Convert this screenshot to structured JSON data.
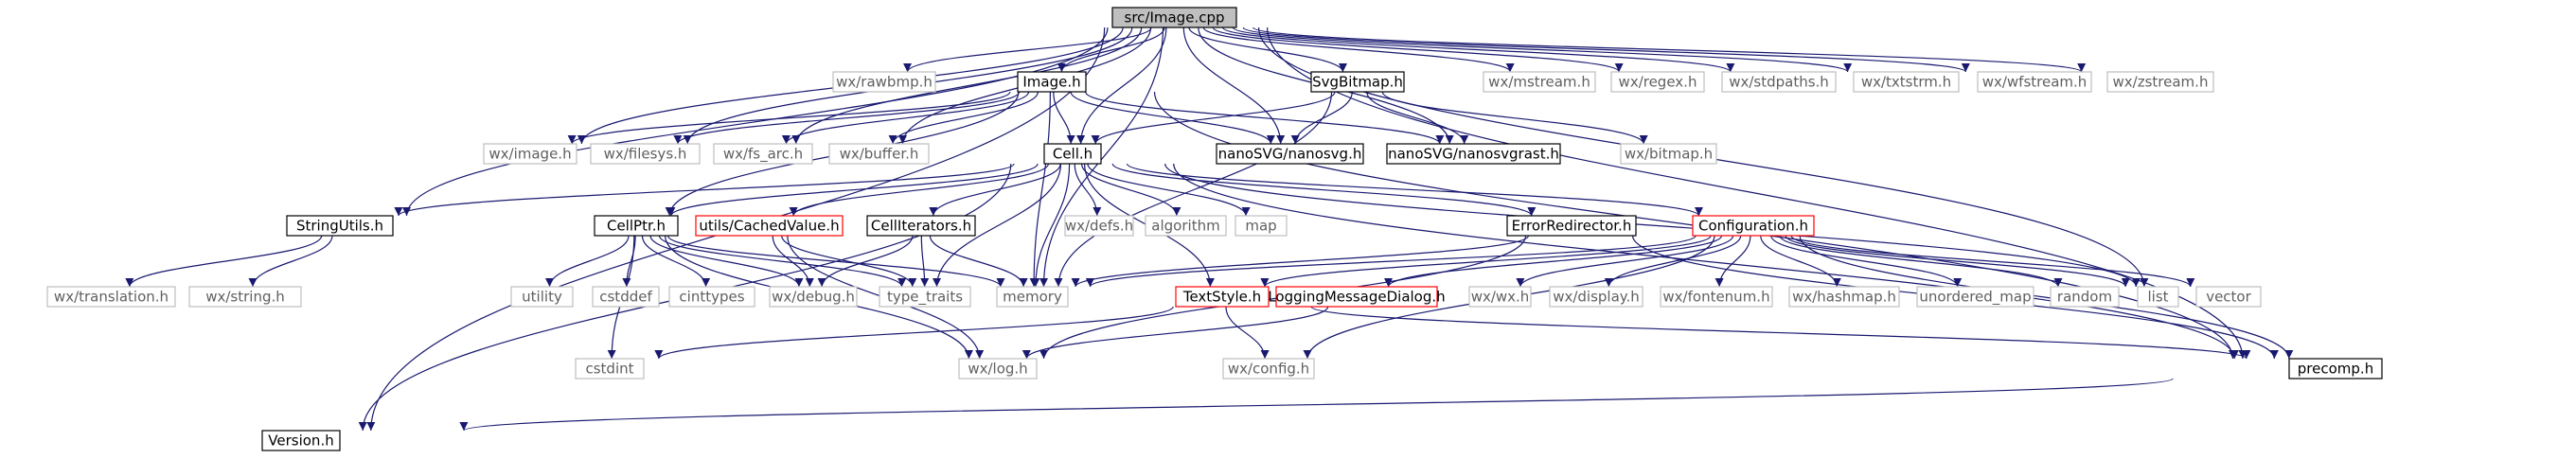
{
  "graph": {
    "title": "src/Image.cpp",
    "colors": {
      "edge": "#191970",
      "gray_edge": "#a9a9a9",
      "header_border": "#000000",
      "header_fill": "#bfbfbf",
      "local_border": "#000000",
      "system_border": "#bfbfbf",
      "system_text": "#606060",
      "missing_border": "#ff0000",
      "text": "#000000"
    },
    "nodes": [
      {
        "id": "image_cpp",
        "label": "src/Image.cpp",
        "kind": "root"
      },
      {
        "id": "rawbmp",
        "label": "wx/rawbmp.h",
        "kind": "system"
      },
      {
        "id": "image_h",
        "label": "Image.h",
        "kind": "local"
      },
      {
        "id": "svgbitmap",
        "label": "SvgBitmap.h",
        "kind": "local"
      },
      {
        "id": "mstream",
        "label": "wx/mstream.h",
        "kind": "system"
      },
      {
        "id": "regex",
        "label": "wx/regex.h",
        "kind": "system"
      },
      {
        "id": "stdpaths",
        "label": "wx/stdpaths.h",
        "kind": "system"
      },
      {
        "id": "txtstrm",
        "label": "wx/txtstrm.h",
        "kind": "system"
      },
      {
        "id": "wfstream",
        "label": "wx/wfstream.h",
        "kind": "system"
      },
      {
        "id": "zstream",
        "label": "wx/zstream.h",
        "kind": "system"
      },
      {
        "id": "wximage",
        "label": "wx/image.h",
        "kind": "system"
      },
      {
        "id": "filesys",
        "label": "wx/filesys.h",
        "kind": "system"
      },
      {
        "id": "fs_arc",
        "label": "wx/fs_arc.h",
        "kind": "system"
      },
      {
        "id": "buffer",
        "label": "wx/buffer.h",
        "kind": "system"
      },
      {
        "id": "cell_h",
        "label": "Cell.h",
        "kind": "local"
      },
      {
        "id": "nanosvg",
        "label": "nanoSVG/nanosvg.h",
        "kind": "local"
      },
      {
        "id": "nanosvgrast",
        "label": "nanoSVG/nanosvgrast.h",
        "kind": "local"
      },
      {
        "id": "bitmap",
        "label": "wx/bitmap.h",
        "kind": "system"
      },
      {
        "id": "stringutils",
        "label": "StringUtils.h",
        "kind": "local"
      },
      {
        "id": "cellptr",
        "label": "CellPtr.h",
        "kind": "local"
      },
      {
        "id": "cachedvalue",
        "label": "utils/CachedValue.h",
        "kind": "missing"
      },
      {
        "id": "celliterators",
        "label": "CellIterators.h",
        "kind": "local"
      },
      {
        "id": "defs",
        "label": "wx/defs.h",
        "kind": "system"
      },
      {
        "id": "algorithm",
        "label": "algorithm",
        "kind": "system"
      },
      {
        "id": "map",
        "label": "map",
        "kind": "system"
      },
      {
        "id": "errorredirector",
        "label": "ErrorRedirector.h",
        "kind": "local"
      },
      {
        "id": "configuration",
        "label": "Configuration.h",
        "kind": "missing"
      },
      {
        "id": "translation",
        "label": "wx/translation.h",
        "kind": "system"
      },
      {
        "id": "wxstring",
        "label": "wx/string.h",
        "kind": "system"
      },
      {
        "id": "utility",
        "label": "utility",
        "kind": "system"
      },
      {
        "id": "cstddef",
        "label": "cstddef",
        "kind": "system"
      },
      {
        "id": "cinttypes",
        "label": "cinttypes",
        "kind": "system"
      },
      {
        "id": "debug",
        "label": "wx/debug.h",
        "kind": "system"
      },
      {
        "id": "type_traits",
        "label": "type_traits",
        "kind": "system"
      },
      {
        "id": "memory",
        "label": "memory",
        "kind": "system"
      },
      {
        "id": "textstyle",
        "label": "TextStyle.h",
        "kind": "missing"
      },
      {
        "id": "loggingdialog",
        "label": "LoggingMessageDialog.h",
        "kind": "missing"
      },
      {
        "id": "wxwx",
        "label": "wx/wx.h",
        "kind": "system"
      },
      {
        "id": "display",
        "label": "wx/display.h",
        "kind": "system"
      },
      {
        "id": "fontenum",
        "label": "wx/fontenum.h",
        "kind": "system"
      },
      {
        "id": "hashmap",
        "label": "wx/hashmap.h",
        "kind": "system"
      },
      {
        "id": "unordered_map",
        "label": "unordered_map",
        "kind": "system"
      },
      {
        "id": "random",
        "label": "random",
        "kind": "system"
      },
      {
        "id": "list",
        "label": "list",
        "kind": "system"
      },
      {
        "id": "vector",
        "label": "vector",
        "kind": "system"
      },
      {
        "id": "cstdint",
        "label": "cstdint",
        "kind": "system"
      },
      {
        "id": "wxlog",
        "label": "wx/log.h",
        "kind": "system"
      },
      {
        "id": "wxconfig",
        "label": "wx/config.h",
        "kind": "system"
      },
      {
        "id": "precomp",
        "label": "precomp.h",
        "kind": "local"
      },
      {
        "id": "version",
        "label": "Version.h",
        "kind": "local"
      }
    ],
    "edges": [
      [
        "image_cpp",
        "rawbmp"
      ],
      [
        "image_cpp",
        "image_h"
      ],
      [
        "image_cpp",
        "svgbitmap"
      ],
      [
        "image_cpp",
        "mstream"
      ],
      [
        "image_cpp",
        "regex"
      ],
      [
        "image_cpp",
        "stdpaths"
      ],
      [
        "image_cpp",
        "txtstrm"
      ],
      [
        "image_cpp",
        "wfstream"
      ],
      [
        "image_cpp",
        "zstream"
      ],
      [
        "image_cpp",
        "wximage"
      ],
      [
        "image_cpp",
        "filesys"
      ],
      [
        "image_cpp",
        "fs_arc"
      ],
      [
        "image_cpp",
        "buffer"
      ],
      [
        "image_cpp",
        "cell_h"
      ],
      [
        "image_cpp",
        "nanosvg"
      ],
      [
        "image_cpp",
        "nanosvgrast"
      ],
      [
        "image_cpp",
        "stringutils"
      ],
      [
        "image_cpp",
        "version"
      ],
      [
        "image_cpp",
        "precomp"
      ],
      [
        "image_cpp",
        "memory"
      ],
      [
        "image_cpp",
        "vector"
      ],
      [
        "image_h",
        "wximage"
      ],
      [
        "image_h",
        "filesys"
      ],
      [
        "image_h",
        "fs_arc"
      ],
      [
        "image_h",
        "buffer"
      ],
      [
        "image_h",
        "cell_h"
      ],
      [
        "image_h",
        "nanosvg"
      ],
      [
        "image_h",
        "nanosvgrast"
      ],
      [
        "image_h",
        "memory"
      ],
      [
        "image_h",
        "cellptr"
      ],
      [
        "image_h",
        "precomp"
      ],
      [
        "svgbitmap",
        "cell_h"
      ],
      [
        "svgbitmap",
        "nanosvg"
      ],
      [
        "svgbitmap",
        "nanosvgrast"
      ],
      [
        "svgbitmap",
        "bitmap"
      ],
      [
        "svgbitmap",
        "memory"
      ],
      [
        "cell_h",
        "stringutils"
      ],
      [
        "cell_h",
        "cellptr"
      ],
      [
        "cell_h",
        "cachedvalue"
      ],
      [
        "cell_h",
        "celliterators"
      ],
      [
        "cell_h",
        "defs"
      ],
      [
        "cell_h",
        "algorithm"
      ],
      [
        "cell_h",
        "map"
      ],
      [
        "cell_h",
        "errorredirector"
      ],
      [
        "cell_h",
        "configuration"
      ],
      [
        "cell_h",
        "memory"
      ],
      [
        "cell_h",
        "type_traits"
      ],
      [
        "cell_h",
        "vector"
      ],
      [
        "cell_h",
        "precomp"
      ],
      [
        "cell_h",
        "version"
      ],
      [
        "cell_h",
        "textstyle"
      ],
      [
        "stringutils",
        "translation"
      ],
      [
        "stringutils",
        "wxstring"
      ],
      [
        "cellptr",
        "utility"
      ],
      [
        "cellptr",
        "cstddef"
      ],
      [
        "cellptr",
        "cinttypes"
      ],
      [
        "cellptr",
        "debug"
      ],
      [
        "cellptr",
        "type_traits"
      ],
      [
        "cellptr",
        "memory"
      ],
      [
        "cellptr",
        "cstdint"
      ],
      [
        "cellptr",
        "wxlog"
      ],
      [
        "cachedvalue",
        "debug"
      ],
      [
        "cachedvalue",
        "type_traits"
      ],
      [
        "cachedvalue",
        "wxlog"
      ],
      [
        "celliterators",
        "debug"
      ],
      [
        "celliterators",
        "type_traits"
      ],
      [
        "celliterators",
        "memory"
      ],
      [
        "errorredirector",
        "memory"
      ],
      [
        "errorredirector",
        "wxlog"
      ],
      [
        "errorredirector",
        "precomp"
      ],
      [
        "configuration",
        "textstyle"
      ],
      [
        "configuration",
        "loggingdialog"
      ],
      [
        "configuration",
        "wxwx"
      ],
      [
        "configuration",
        "display"
      ],
      [
        "configuration",
        "fontenum"
      ],
      [
        "configuration",
        "hashmap"
      ],
      [
        "configuration",
        "unordered_map"
      ],
      [
        "configuration",
        "random"
      ],
      [
        "configuration",
        "list"
      ],
      [
        "configuration",
        "vector"
      ],
      [
        "configuration",
        "precomp"
      ],
      [
        "configuration",
        "memory"
      ],
      [
        "configuration",
        "wxconfig"
      ],
      [
        "textstyle",
        "cstdint"
      ],
      [
        "textstyle",
        "wxconfig"
      ],
      [
        "textstyle",
        "precomp"
      ],
      [
        "loggingdialog",
        "wxlog"
      ],
      [
        "precomp",
        "version"
      ]
    ]
  }
}
